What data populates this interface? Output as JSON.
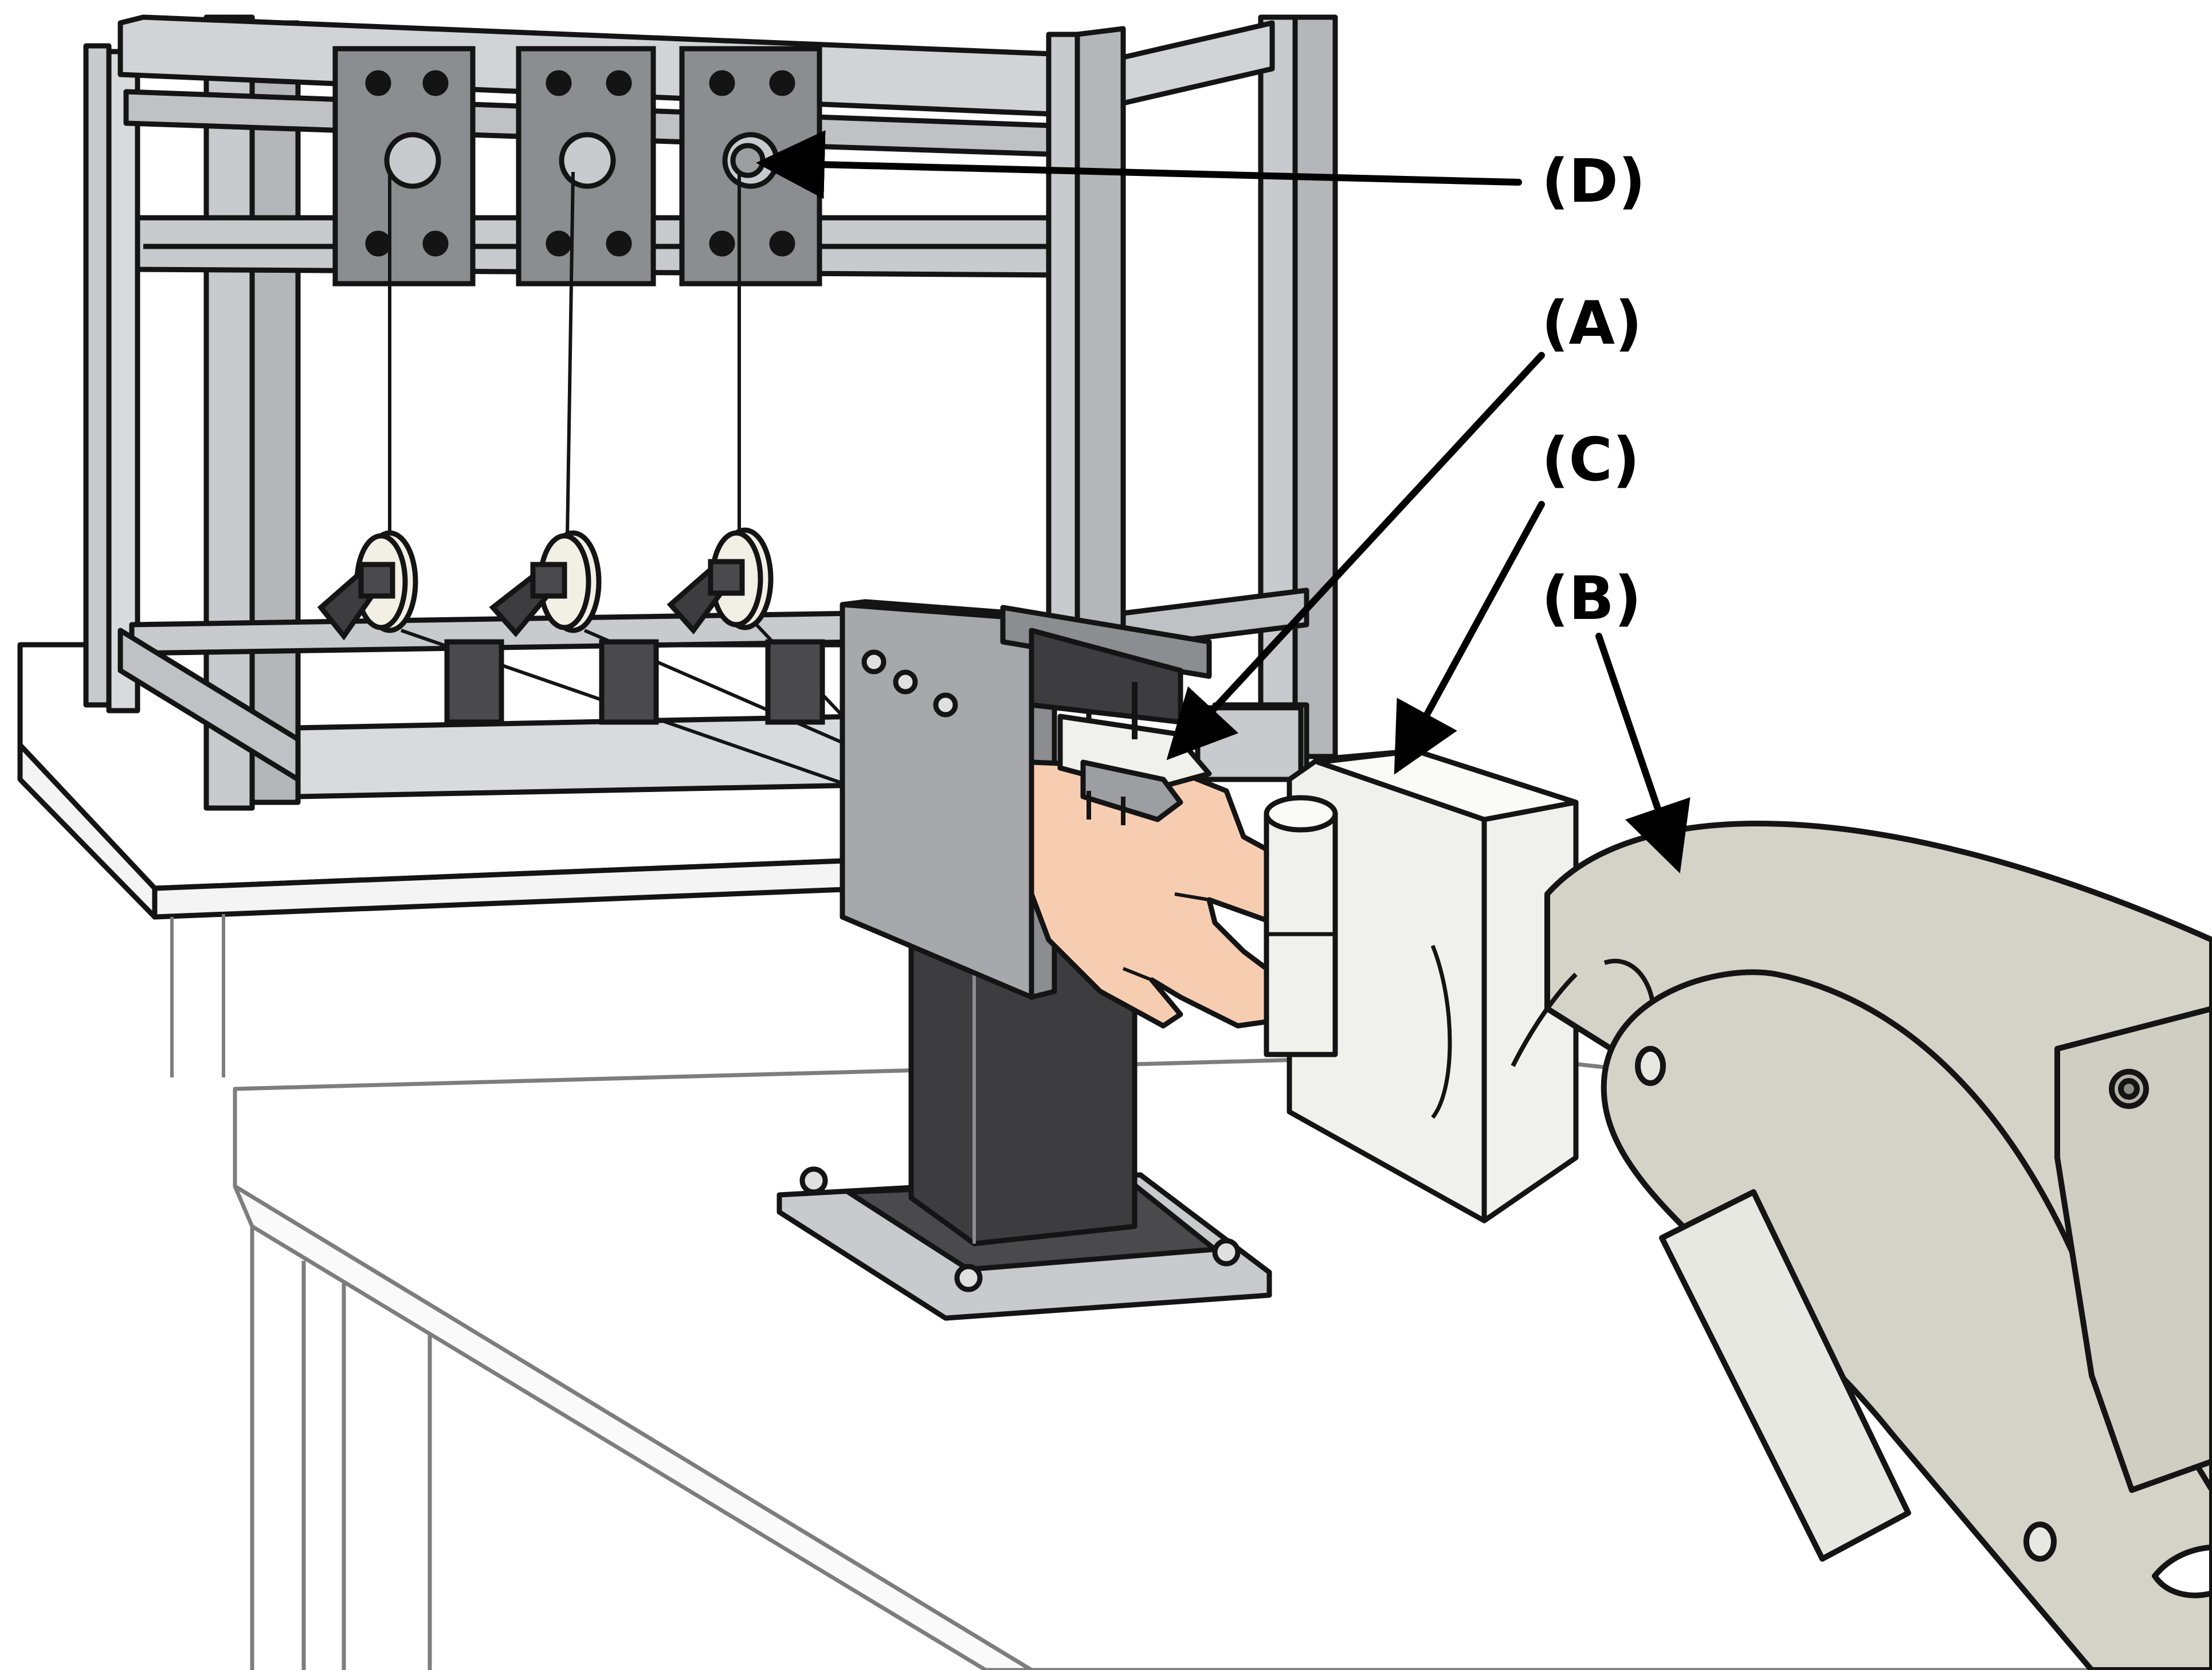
{
  "labels": {
    "d": "(D)",
    "a": "(A)",
    "c": "(C)",
    "b": "(B)"
  },
  "colors": {
    "frame": "#c9cacd",
    "frame_dark": "#9c9ea2",
    "plate": "#8c8d90",
    "block_dark": "#4a4a4c",
    "column": "#3d3d3f",
    "panel": "#a7a8ab",
    "skin": "#f7cdb2",
    "pad": "#f0f0ec",
    "robot": "#d4d3c8",
    "robot_slot": "#e8e8e2",
    "outline": "#141414",
    "table_line": "#7d7d7d",
    "disc": "#f2efe4"
  }
}
